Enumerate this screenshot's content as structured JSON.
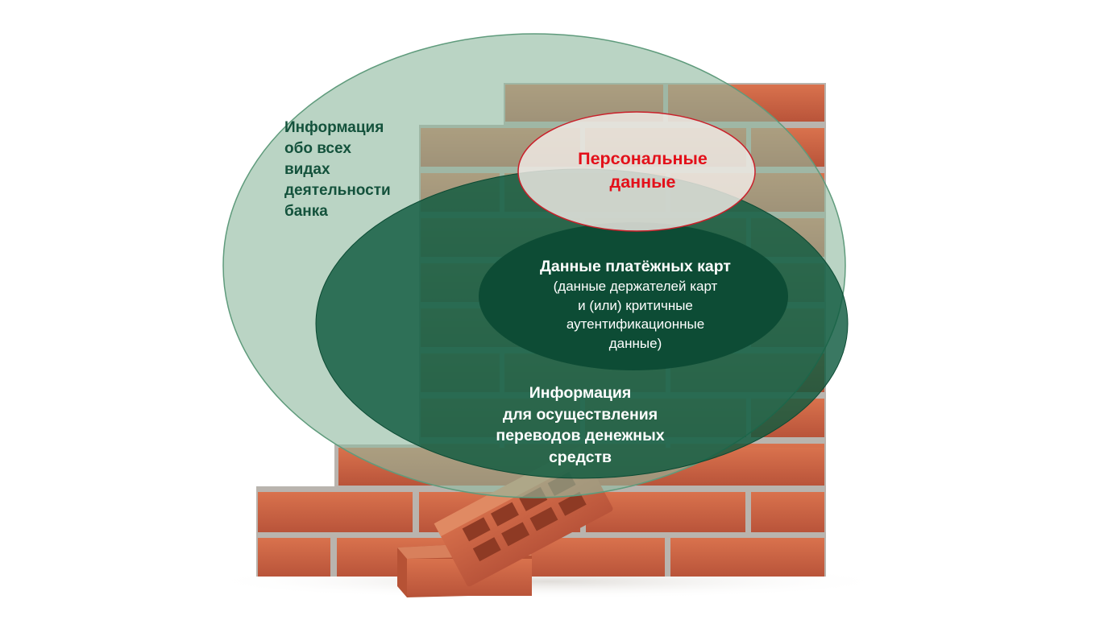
{
  "diagram": {
    "outer_circle": {
      "lines": [
        "Информация",
        "обо всех",
        "видах",
        "деятельности",
        "банка"
      ],
      "color": "#14523c"
    },
    "personal_data": {
      "lines": [
        "Персональные",
        "данные"
      ],
      "color": "#e3101a"
    },
    "card_data": {
      "title": "Данные платёжных карт",
      "sub_lines": [
        "(данные держателей карт",
        "и (или) критичные",
        "аутентификационные",
        "данные)"
      ],
      "color": "#ffffff"
    },
    "transfers": {
      "lines": [
        "Информация",
        "для осуществления",
        "переводов денежных",
        "средств"
      ],
      "color": "#ffffff"
    }
  },
  "colors": {
    "brick": "#c8613f",
    "brick_dark": "#a84a2e",
    "mortar": "#b9b4ae",
    "outer_ellipse_fill": "#8fbaa0",
    "middle_ellipse_fill": "#0f5a3f",
    "inner_ellipse_fill": "#0b4a33",
    "personal_ellipse_fill": "#f2ece6",
    "personal_ellipse_stroke": "#c9202a"
  }
}
